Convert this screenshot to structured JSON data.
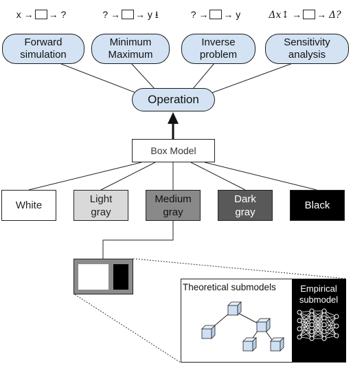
{
  "formulas": [
    {
      "input": "x",
      "output": "?",
      "suffix": ""
    },
    {
      "input": "?",
      "output": "y",
      "suffix": "⭳"
    },
    {
      "input": "?",
      "output": "y",
      "suffix": ""
    },
    {
      "input": "Δx↕",
      "output": "Δ?",
      "suffix": ""
    }
  ],
  "tasks": [
    {
      "label": "Forward\nsimulation"
    },
    {
      "label": "Minimum\nMaximum"
    },
    {
      "label": "Inverse\nproblem"
    },
    {
      "label": "Sensitivity\nanalysis"
    }
  ],
  "operation": {
    "label": "Operation",
    "fill": "#d4e3f3"
  },
  "box_model": {
    "label": "Box Model"
  },
  "shades": [
    {
      "label": "White",
      "fill": "#ffffff",
      "text_color": "#222222"
    },
    {
      "label": "Light\ngray",
      "fill": "#d9d9d9",
      "text_color": "#222222"
    },
    {
      "label": "Medium\ngray",
      "fill": "#898989",
      "text_color": "#111111"
    },
    {
      "label": "Dark\ngray",
      "fill": "#595959",
      "text_color": "#ffffff"
    },
    {
      "label": "Black",
      "fill": "#000000",
      "text_color": "#ffffff"
    }
  ],
  "submodels": {
    "theoretical_label": "Theoretical submodels",
    "empirical_label": "Empirical\nsubmodel"
  },
  "arrow": "→"
}
